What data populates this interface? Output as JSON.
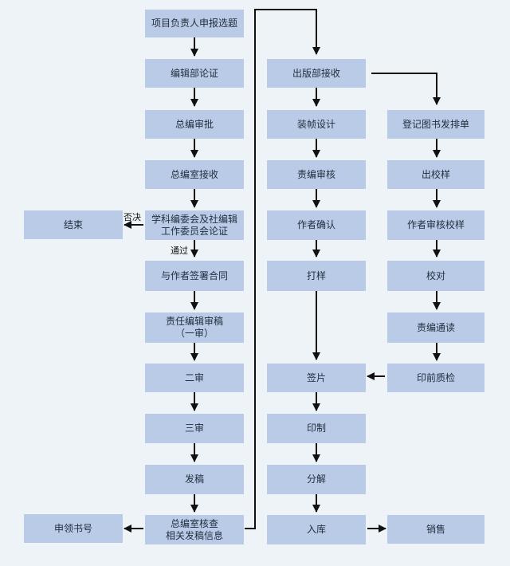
{
  "colors": {
    "background": "#eef3f8",
    "box": "#b9cbe6",
    "line": "#111111"
  },
  "nodes": {
    "c1_1": "项目负责人申报选题",
    "c1_2": "编辑部论证",
    "c1_3": "总编审批",
    "c1_4": "总编室接收",
    "c1_5": "学科编委会及社编辑\n工作委员会论证",
    "c1_6": "与作者签署合同",
    "c1_7": "责任编辑审稿\n（一审）",
    "c1_8": "二审",
    "c1_9": "三审",
    "c1_10": "发稿",
    "c1_11": "总编室核查\n相关发稿信息",
    "end": "结束",
    "isbn": "申领书号",
    "c2_1": "出版部接收",
    "c2_2": "装帧设计",
    "c2_3": "责编审核",
    "c2_4": "作者确认",
    "c2_5": "打样",
    "c2_6": "签片",
    "c2_7": "印制",
    "c2_8": "分解",
    "c2_9": "入库",
    "c3_1": "登记图书发排单",
    "c3_2": "出校样",
    "c3_3": "作者审核校样",
    "c3_4": "校对",
    "c3_5": "责编通读",
    "c3_6": "印前质检",
    "sales": "销售"
  },
  "labels": {
    "reject": "否决",
    "pass": "通过"
  }
}
